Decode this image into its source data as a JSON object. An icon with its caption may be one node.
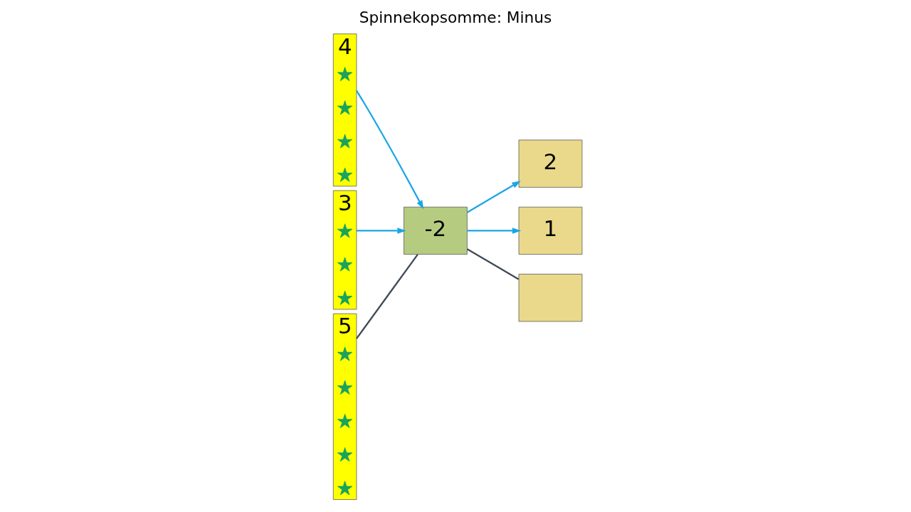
{
  "diagram": {
    "title": "Spinnekopsomme: Minus",
    "nodes": [
      {
        "text": [
          "4"
        ]
      },
      {
        "text": [],
        "shape": "star",
        "in": 0
      },
      {
        "text": [],
        "shape": "star",
        "in": 0
      },
      {
        "text": [],
        "shape": "star",
        "in": 0
      },
      {
        "text": [],
        "shape": "star",
        "in": 0
      },
      {
        "text": [
          "3"
        ]
      },
      {
        "text": [],
        "shape": "star",
        "in": 5
      },
      {
        "text": [],
        "shape": "star",
        "in": 5
      },
      {
        "text": [],
        "shape": "star",
        "in": 5
      },
      {
        "text": [
          "5"
        ]
      },
      {
        "text": [],
        "shape": "star",
        "in": 9
      },
      {
        "text": [],
        "shape": "star",
        "in": 9
      },
      {
        "text": [],
        "shape": "star",
        "in": 9
      },
      {
        "text": [],
        "shape": "star",
        "in": 9
      },
      {
        "text": [],
        "shape": "star",
        "in": 9
      },
      {
        "text": [
          "-2"
        ]
      },
      {
        "text": [
          "2"
        ]
      },
      {
        "text": [
          "1"
        ]
      },
      {
        "text": [],
        "shape": "box"
      }
    ],
    "edges": [
      {
        "from": 0,
        "to": 15,
        "arrow": "to"
      },
      {
        "from": 5,
        "to": 15,
        "arrow": "to"
      },
      {
        "from": 9,
        "to": 15,
        "arrow": "none",
        "color": "#3f4a57"
      },
      {
        "from": 15,
        "to": 16,
        "arrow": "to"
      },
      {
        "from": 15,
        "to": 17,
        "arrow": "to"
      },
      {
        "from": 15,
        "to": 18,
        "arrow": "none",
        "color": "#3f4a57"
      }
    ]
  }
}
